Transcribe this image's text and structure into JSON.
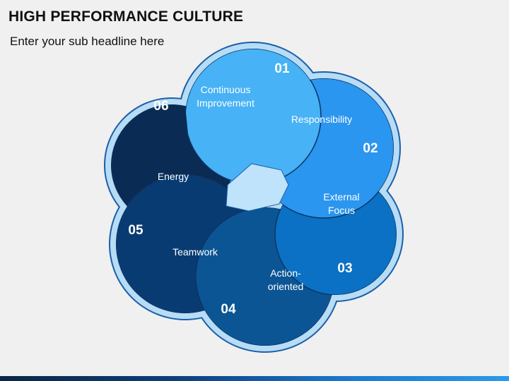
{
  "header": {
    "title": "HIGH PERFORMANCE CULTURE",
    "subtitle": "Enter your sub headline here"
  },
  "segments": [
    {
      "number": "01",
      "label_lines": [
        "Continuous",
        "Improvement"
      ],
      "color": "#47b2f5"
    },
    {
      "number": "02",
      "label_lines": [
        "Responsibility"
      ],
      "color": "#2a96ef"
    },
    {
      "number": "03",
      "label_lines": [
        "External",
        "Focus"
      ],
      "color": "#0a71c4"
    },
    {
      "number": "04",
      "label_lines": [
        "Action-",
        "oriented"
      ],
      "color": "#0b5595"
    },
    {
      "number": "05",
      "label_lines": [
        "Teamwork"
      ],
      "color": "#093b73"
    },
    {
      "number": "06",
      "label_lines": [
        "Energy"
      ],
      "color": "#0a2b54"
    }
  ],
  "colors": {
    "outline_ring": "#b7dcf5",
    "outline_stroke": "#1b5fa8",
    "center": "#bfe3fb"
  }
}
